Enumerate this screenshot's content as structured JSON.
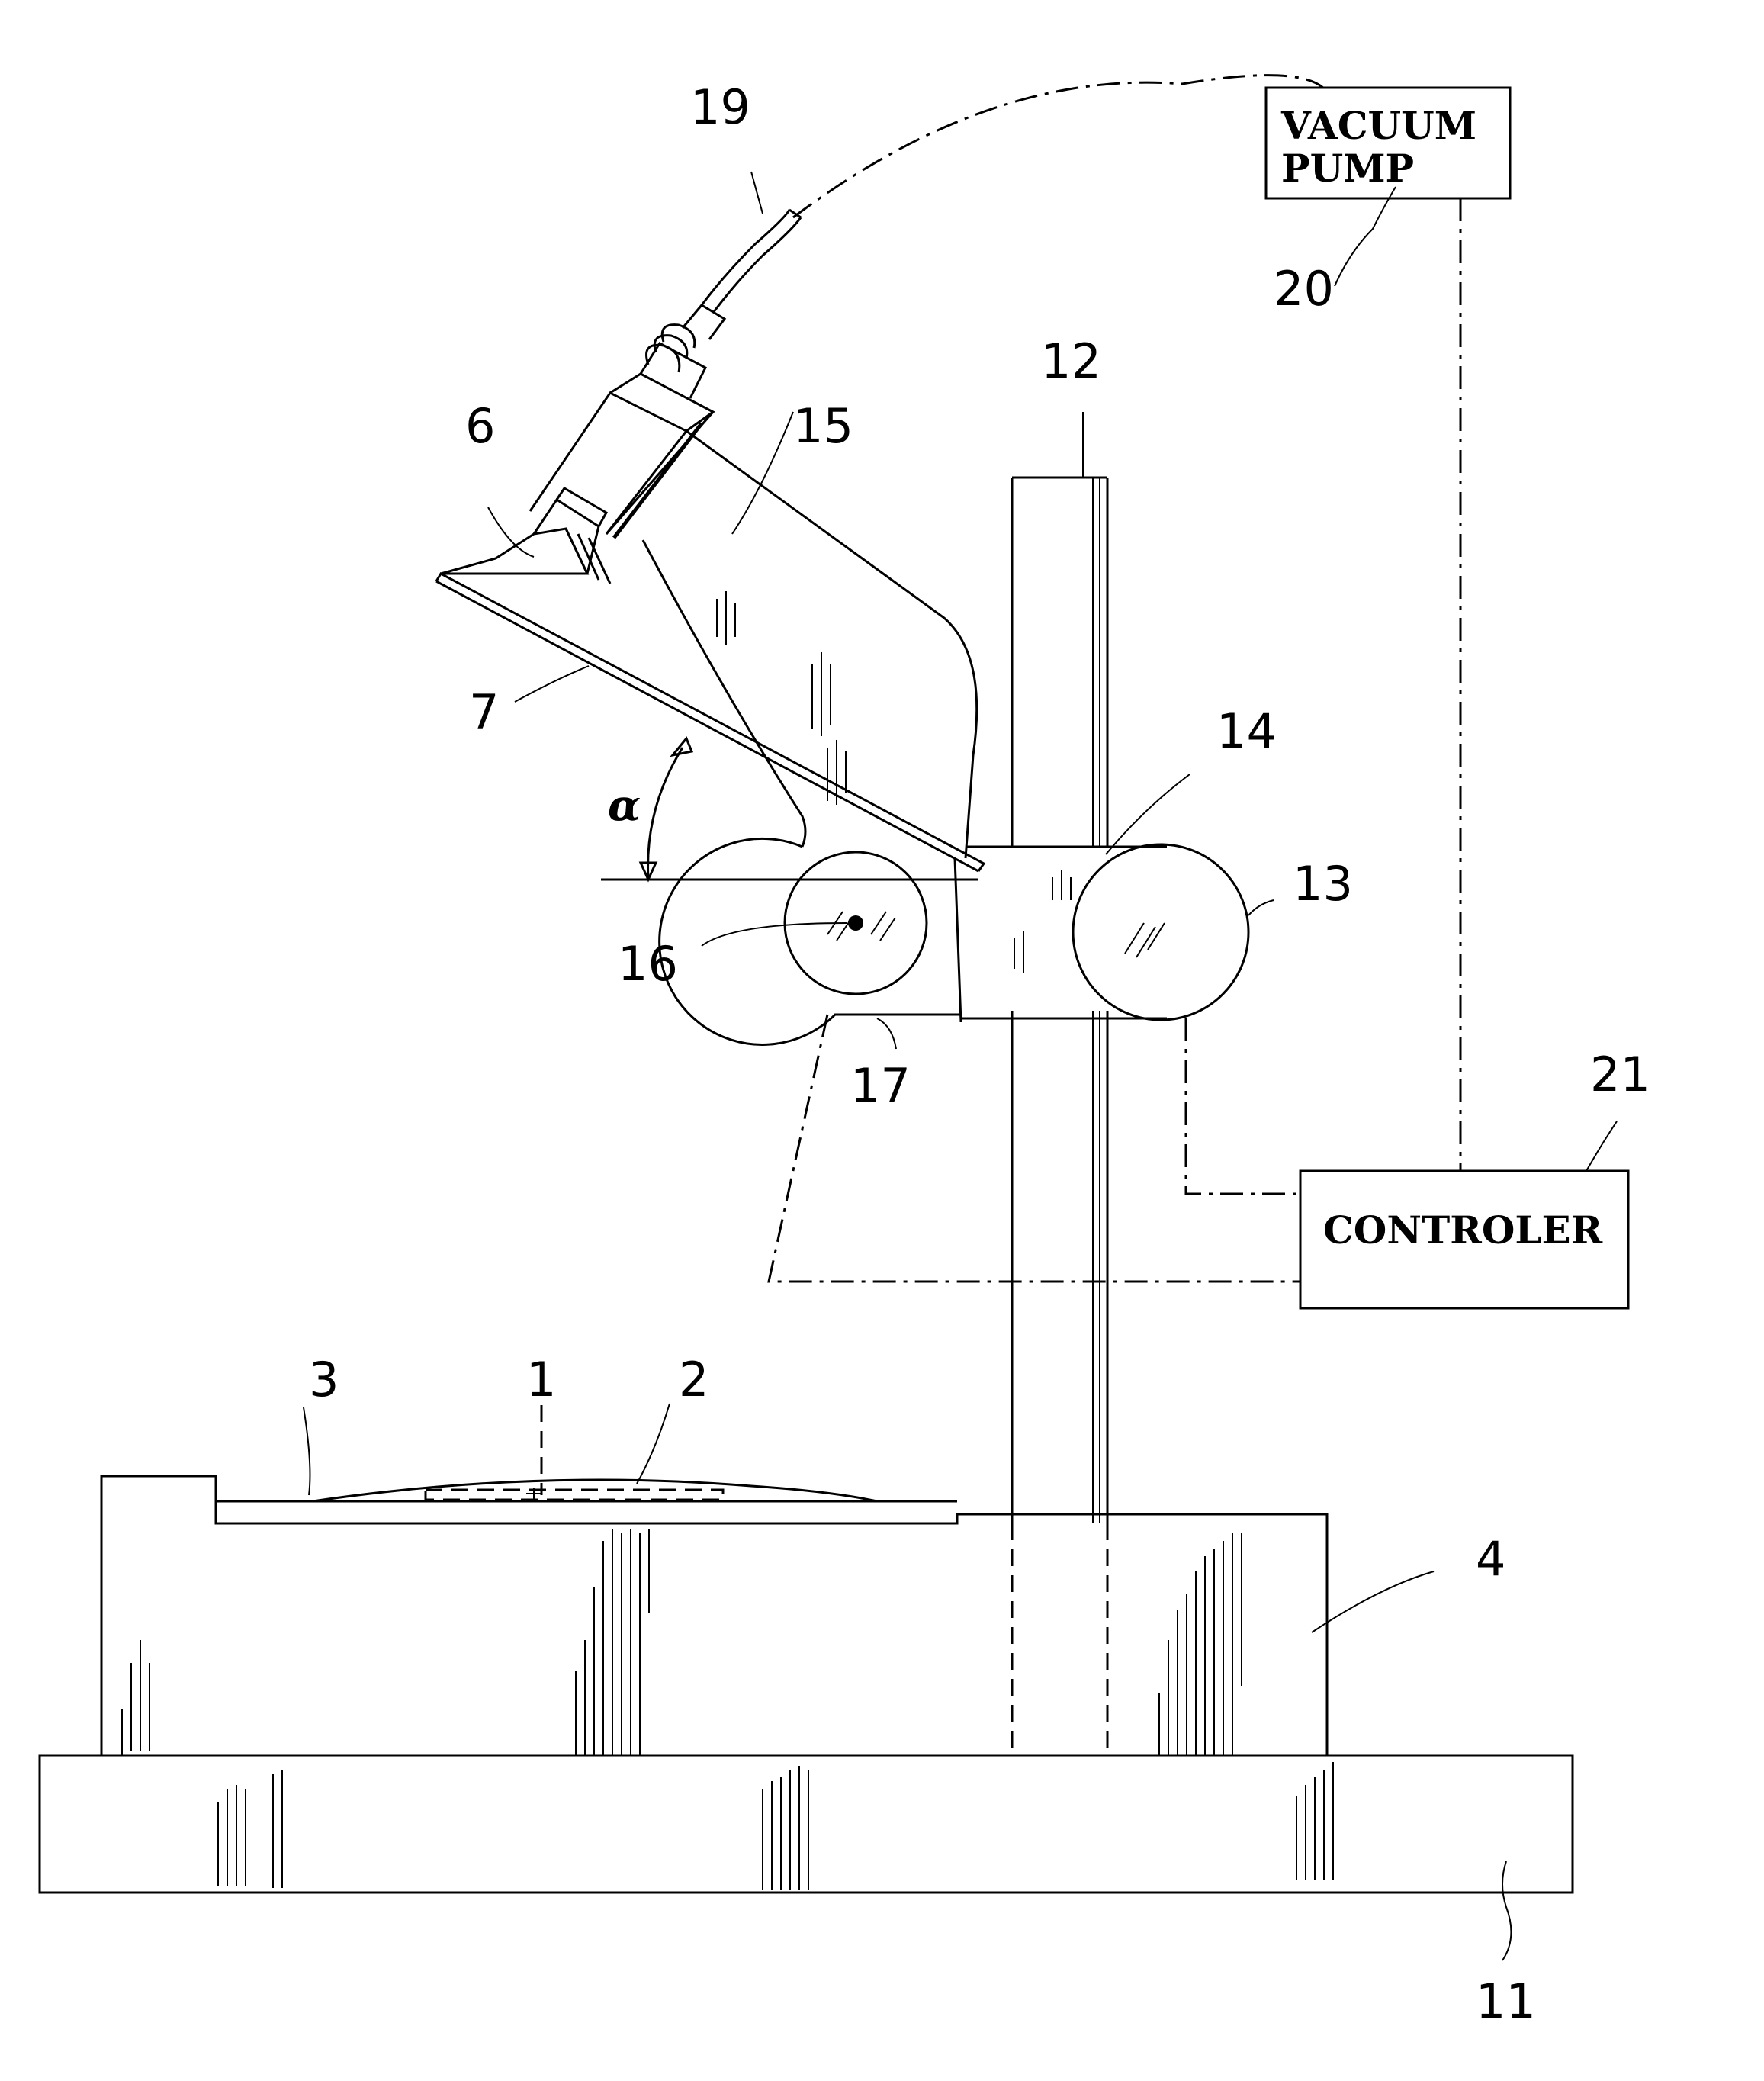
{
  "vacuum_pump": {
    "line1": "VACUUM",
    "line2": "PUMP"
  },
  "controller": {
    "label": "CONTROLER"
  },
  "angle_symbol": "α",
  "reference_numerals": [
    "1",
    "2",
    "3",
    "4",
    "6",
    "7",
    "11",
    "12",
    "13",
    "14",
    "15",
    "16",
    "17",
    "19",
    "20",
    "21"
  ]
}
